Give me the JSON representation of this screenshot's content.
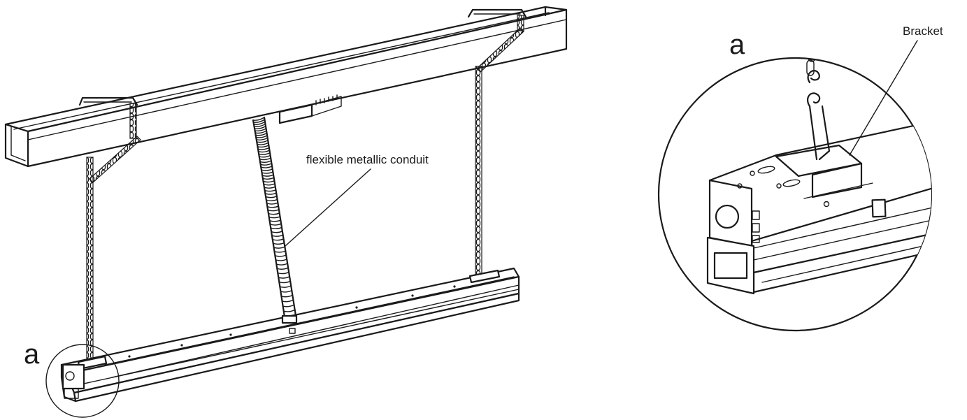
{
  "labels": {
    "conduit": "flexible metallic conduit",
    "detail_marker_main": "a",
    "detail_marker_inset": "a",
    "bracket": "Bracket"
  },
  "colors": {
    "line": "#1a1a1a",
    "background": "#ffffff"
  }
}
